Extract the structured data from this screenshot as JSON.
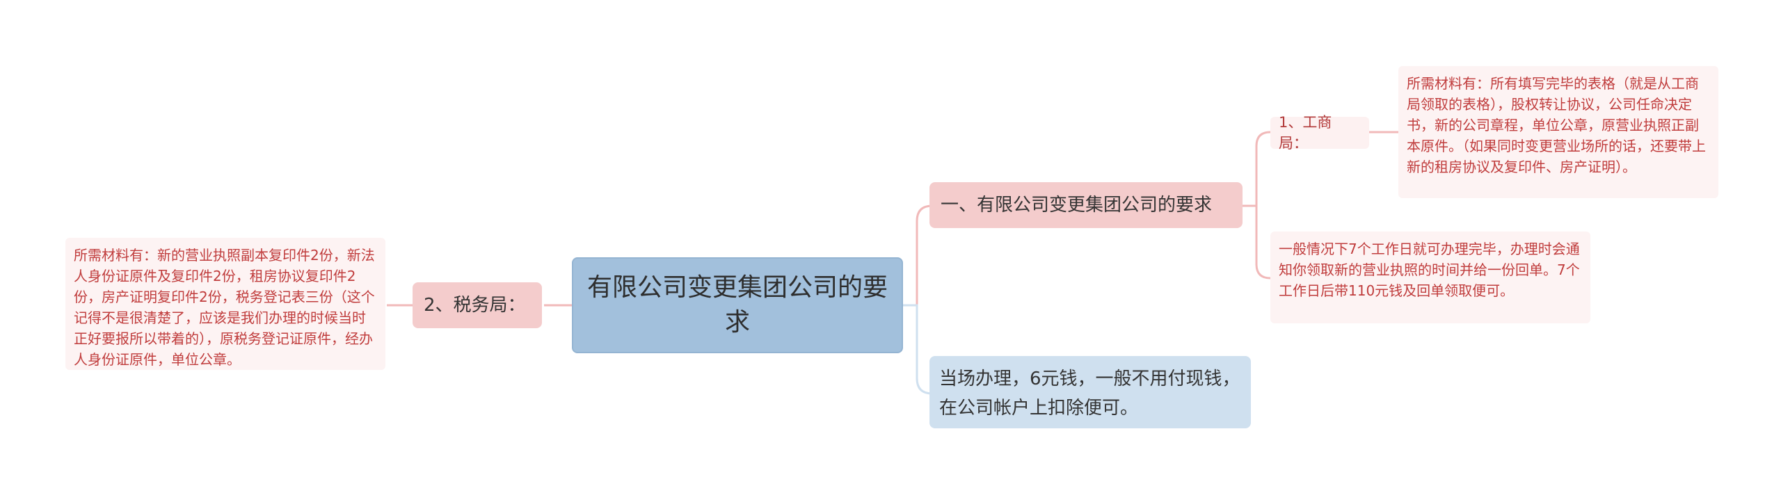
{
  "root": {
    "text": "有限公司变更集团公司的要求"
  },
  "branch_1": {
    "label": "一、有限公司变更集团公司的要求",
    "children": [
      {
        "label": "1、工商局：",
        "detail": "所需材料有：所有填写完毕的表格（就是从工商局领取的表格），股权转让协议，公司任命决定书，新的公司章程，单位公章，原营业执照正副本原件。（如果同时变更营业场所的话，还要带上新的租房协议及复印件、房产证明）。"
      },
      {
        "detail": "一般情况下7个工作日就可办理完毕，办理时会通知你领取新的营业执照的时间并给一份回单。7个工作日后带110元钱及回单领取便可。"
      }
    ]
  },
  "branch_2": {
    "label": "当场办理，6元钱，一般不用付现钱，在公司帐户上扣除便可。"
  },
  "branch_left": {
    "label": "2、税务局：",
    "detail": "所需材料有：新的营业执照副本复印件2份，新法人身份证原件及复印件2份，租房协议复印件2份，房产证明复印件2份，税务登记表三份（这个记得不是很清楚了，应该是我们办理的时候当时正好要报所以带着的），原税务登记证原件，经办人身份证原件，单位公章。"
  },
  "colors": {
    "root_fill": "#a2c0dc",
    "level1_fill": "#f4cccc",
    "level1_alt_fill": "#cfe0ef",
    "leaf_fill": "#fdf1f1",
    "leaf_text": "#c03c3c",
    "connector": "#f1b9b9"
  }
}
